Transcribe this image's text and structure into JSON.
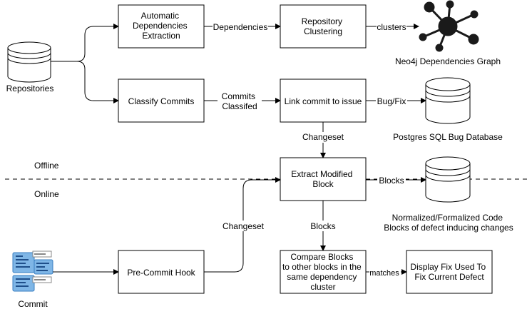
{
  "nodes": {
    "repositories": "Repositories",
    "auto_deps": [
      "Automatic",
      "Dependencies",
      "Extraction"
    ],
    "repo_clustering": [
      "Repository",
      "Clustering"
    ],
    "neo4j": "Neo4j Dependencies Graph",
    "classify_commits": "Classify Commits",
    "link_commit": "Link commit to issue",
    "postgres": "Postgres SQL Bug Database",
    "extract_block": [
      "Extract Modified",
      "Block"
    ],
    "normalized_db": [
      "Normalized/Formalized Code",
      "Blocks of defect inducing changes"
    ],
    "precommit": "Pre-Commit Hook",
    "compare_blocks": [
      "Compare Blocks",
      "to other blocks in the",
      "same dependency",
      "cluster"
    ],
    "display_fix": [
      "Display Fix Used To",
      "Fix Current Defect"
    ],
    "commit": "Commit"
  },
  "edges": {
    "dependencies": "Dependencies",
    "clusters": "clusters",
    "commits_classified": [
      "Commits",
      "Classifed"
    ],
    "bug_fix": "Bug/Fix",
    "changeset_top": "Changeset",
    "blocks_right": "Blocks",
    "blocks_down": "Blocks",
    "changeset_left": "Changeset",
    "matches": "matches"
  },
  "zones": {
    "offline": "Offline",
    "online": "Online"
  }
}
